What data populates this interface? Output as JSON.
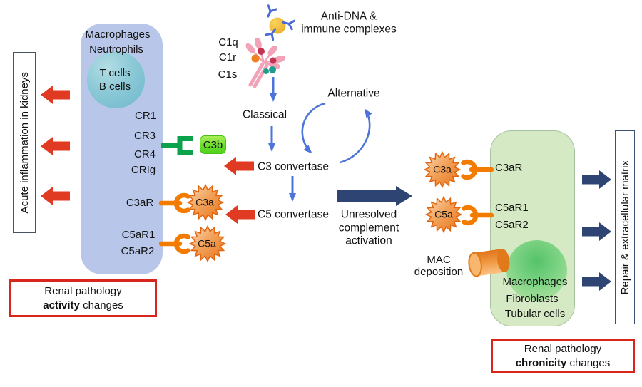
{
  "colors": {
    "red_arrow": "#e13a23",
    "navy_arrow": "#2e4573",
    "blue_arrow": "#4d74d8",
    "orange_receptor": "#f27b00",
    "green_receptor": "#0aa24b",
    "c3b_green": "#6ade2c",
    "blue_cell_panel": "#b8c7e9",
    "teal_circle": "#6db7cc",
    "green_cell_panel": "#d5eac4",
    "green_circle": "#55c368",
    "starburst_orange": "#e8731a",
    "red_box_border": "#d8261c"
  },
  "top": {
    "immune_line1": "Anti-DNA &",
    "immune_line2": "immune complexes",
    "c1q": "C1q",
    "c1r": "C1r",
    "c1s": "C1s"
  },
  "pathway": {
    "classical": "Classical",
    "alternative": "Alternative",
    "c3_convertase": "C3 convertase",
    "c5_convertase": "C5 convertase",
    "unresolved_line1": "Unresolved",
    "unresolved_line2": "complement",
    "unresolved_line3": "activation"
  },
  "left_cell": {
    "line1": "Macrophages",
    "line2": "Neutrophils",
    "lymph1": "T cells",
    "lymph2": "B cells",
    "receptors": [
      "CR1",
      "CR3",
      "CR4",
      "CRIg"
    ],
    "c3ar": "C3aR",
    "c5ar1": "C5aR1",
    "c5ar2": "C5aR2"
  },
  "ligands": {
    "c3b": "C3b",
    "c3a": "C3a",
    "c5a": "C5a"
  },
  "mac": {
    "line1": "MAC",
    "line2": "deposition"
  },
  "right_cell": {
    "c3ar": "C3aR",
    "c5ar1": "C5aR1",
    "c5ar2": "C5aR2",
    "cells": [
      "Macrophages",
      "Fibroblasts",
      "Tubular cells"
    ]
  },
  "outcomes": {
    "left": "Acute inflammation in kidneys",
    "right": "Repair & extracellular matrix"
  },
  "activity_box": {
    "line1": "Renal pathology",
    "bold": "activity",
    "rest": " changes"
  },
  "chronicity_box": {
    "line1": "Renal pathology",
    "bold": "chronicity",
    "rest": " changes"
  }
}
